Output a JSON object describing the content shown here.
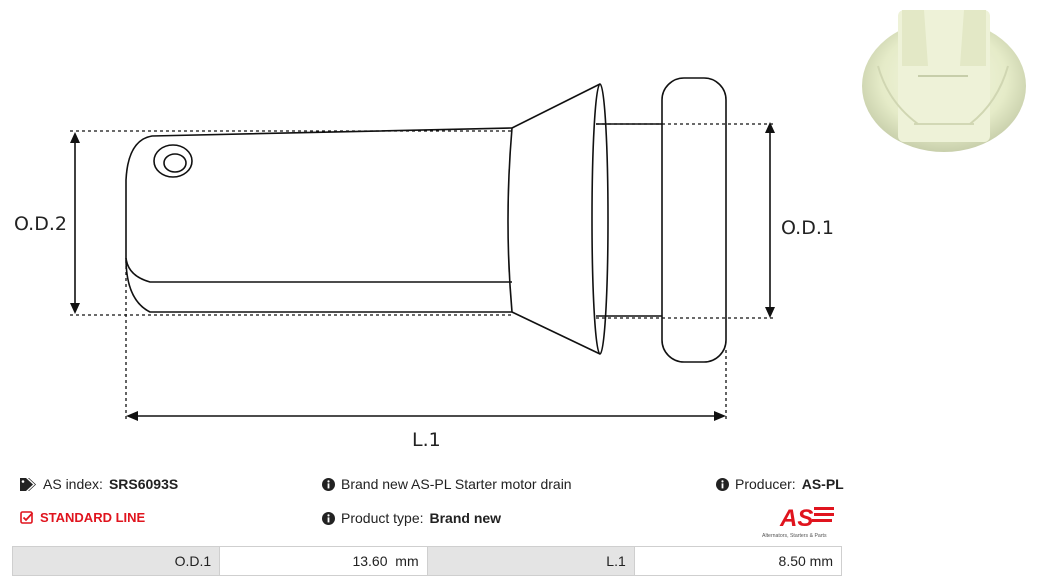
{
  "diagram": {
    "labels": {
      "od2": "O.D.2",
      "od1": "O.D.1",
      "l1": "L.1"
    }
  },
  "info": {
    "as_index_label": "AS index:",
    "as_index_value": "SRS6093S",
    "line": "STANDARD LINE",
    "description": "Brand new AS-PL Starter motor drain",
    "product_type_label": "Product type:",
    "product_type_value": "Brand new",
    "producer_label": "Producer:",
    "producer_value": "AS-PL"
  },
  "logo": {
    "text": "AS",
    "tagline": "Alternators, Starters & Parts",
    "color": "#e0141e"
  },
  "specs": [
    {
      "label": "O.D.1",
      "value": "13.60",
      "unit": "mm"
    },
    {
      "label": "L.1",
      "value": "8.50 mm",
      "unit": ""
    }
  ],
  "colors": {
    "accent": "#e0141e",
    "label_bg": "#e4e4e4",
    "border": "#cfcfcf"
  }
}
